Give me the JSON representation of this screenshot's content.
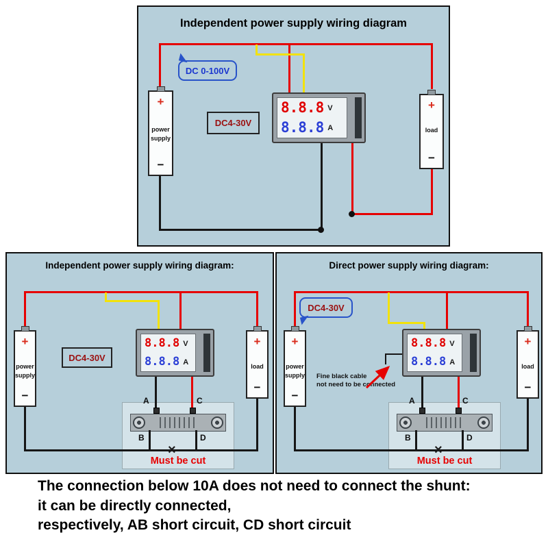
{
  "common": {
    "power_supply": {
      "plus": "+",
      "label": "power\nsupply",
      "minus": "−"
    },
    "load": {
      "plus": "+",
      "label": "load",
      "minus": "−"
    },
    "meter": {
      "volt_value": "8.8.8",
      "volt_unit": "V",
      "amp_value": "8.8.8",
      "amp_unit": "A"
    },
    "shunt": {
      "a": "A",
      "b": "B",
      "c": "C",
      "d": "D",
      "cut_mark": "×",
      "cut_label": "Must be cut"
    }
  },
  "panel_top": {
    "title": "Independent power supply wiring diagram",
    "range_bubble": "DC 0-100V",
    "supply_box": "DC4-30V"
  },
  "panel_left": {
    "title": "Independent power supply wiring diagram:",
    "supply_box": "DC4-30V"
  },
  "panel_right": {
    "title": "Direct power supply wiring diagram:",
    "supply_bubble": "DC4-30V",
    "note": "Fine black cable\nnot need to be connected"
  },
  "footer": {
    "line1": "The connection below 10A does not need to connect the shunt:",
    "line2": "it can be directly connected,",
    "line3": "respectively, AB short circuit, CD short circuit"
  },
  "colors": {
    "panel_bg": "#b6cfda",
    "wire_red": "#e60000",
    "wire_yellow": "#f2e20a",
    "wire_black": "#161616",
    "volt_digits": "#e00000",
    "amp_digits": "#2b3fd6",
    "bubble_blue": "#2853c9",
    "dc_label_red": "#9b1010",
    "cut_red": "#e60000"
  }
}
